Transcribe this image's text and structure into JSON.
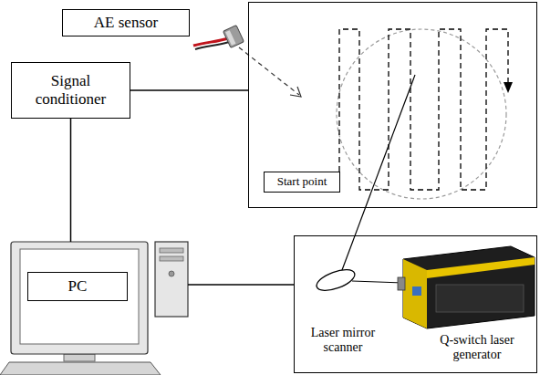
{
  "diagram": {
    "nodes": [
      {
        "text": [
          "AE sensor"
        ]
      },
      {
        "text": []
      },
      {
        "text": [
          "Start point"
        ],
        "in": 1
      },
      {
        "text": [
          "Signal conditioner"
        ]
      },
      {
        "text": [
          "PC"
        ]
      },
      {
        "text": [
          "Laser mirror scanner",
          "Q-switch laser generator"
        ]
      }
    ],
    "edges": [
      {
        "from": 3,
        "to": 1,
        "arrow": "none"
      },
      {
        "from": 3,
        "to": 4,
        "arrow": "none"
      },
      {
        "from": 4,
        "to": 5,
        "arrow": "none"
      }
    ]
  }
}
